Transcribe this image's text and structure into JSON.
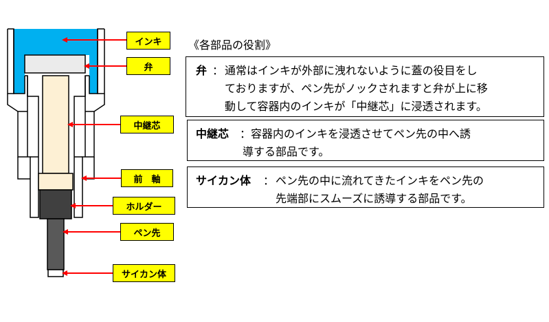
{
  "labels": {
    "ink": "インキ",
    "valve": "弁",
    "relay_core": "中継芯",
    "front_barrel": "前　軸",
    "holder": "ホルダー",
    "pen_tip": "ペン先",
    "capillary": "サイカン体"
  },
  "panel": {
    "heading": "《各部品の役割》",
    "items": [
      {
        "term": "弁",
        "colon": "：",
        "lines": [
          "通常はインキが外部に洩れないように蓋の役目をし",
          "ておりますが、ペン先がノックされますと弁が上に移",
          "動して容器内のインキが「中継芯」に浸透されます。"
        ]
      },
      {
        "term": "中継芯",
        "colon": "：",
        "lines": [
          "容器内のインキを浸透させてペン先の中へ誘",
          "導する部品です。"
        ]
      },
      {
        "term": "サイカン体",
        "colon": "：",
        "lines": [
          "ペン先の中に流れてきたインキをペン先の",
          "先端部にスムーズに誘導する部品です。"
        ]
      }
    ]
  },
  "colors": {
    "ink": "#00b0f0",
    "label_fill": "#ffff00",
    "arrow": "#ff0000",
    "valve": "#ebebeb",
    "relay_core": "#fdf0d4",
    "holder": "#404040",
    "pen_tip": "#595959"
  }
}
